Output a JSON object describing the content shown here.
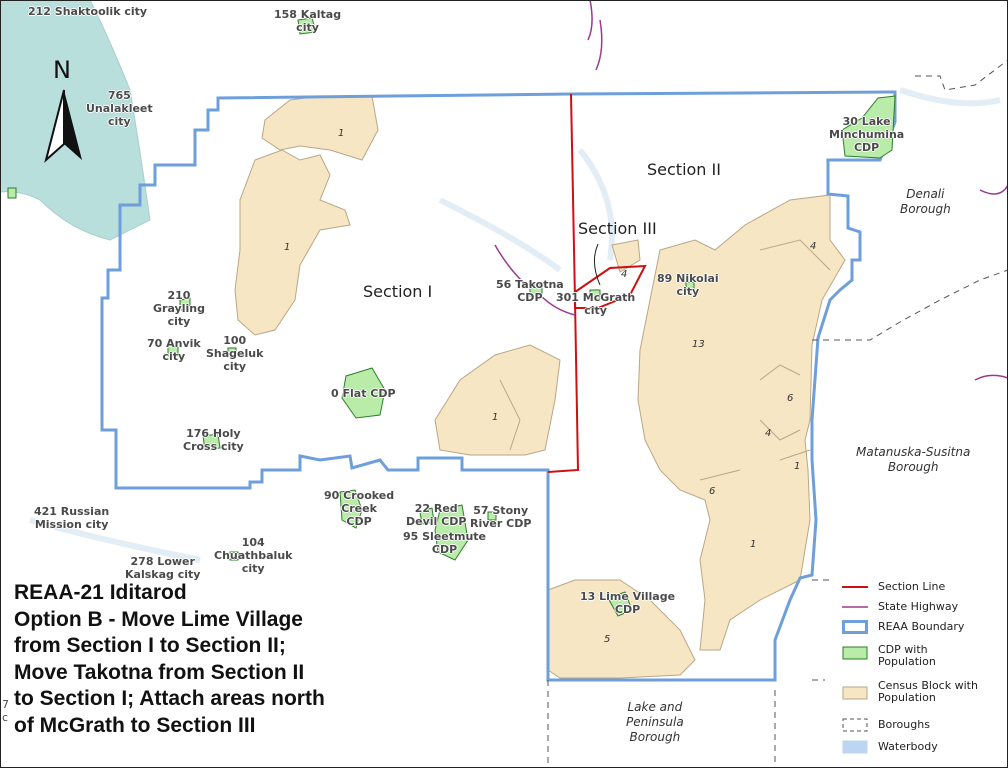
{
  "map": {
    "title_lines": [
      "REAA-21 Iditarod",
      "Option B - Move Lime Village",
      "from Section I to Section II;",
      "Move Takotna from Section II",
      "to Section I; Attach areas north",
      "of McGrath to Section III"
    ],
    "north_label": "N",
    "sections": [
      "Section I",
      "Section II",
      "Section III"
    ],
    "boroughs": [
      "Denali\nBorough",
      "Matanuska-Susitna\nBorough",
      "Lake and\nPeninsula\nBorough"
    ],
    "places": [
      "212 Shaktoolik city",
      "158 Kaltag\ncity",
      "765\nUnalakleet\ncity",
      "30 Lake\nMinchumina\nCDP",
      "210\nGrayling\ncity",
      "100\nShageluk\ncity",
      "70 Anvik\ncity",
      "0 Flat CDP",
      "176 Holy\nCross city",
      "56 Takotna\nCDP",
      "301 McGrath\ncity",
      "89 Nikolai\ncity",
      "90 Crooked\nCreek\nCDP",
      "22 Red\nDevil CDP",
      "57 Stony\nRiver CDP",
      "95 Sleetmute\nCDP",
      "421 Russian\nMission city",
      "104\nChuathbaluk\ncity",
      "278 Lower\nKalskag city",
      "13 Lime Village\nCDP",
      "7\nc"
    ],
    "census_block_counts": [
      "1",
      "1",
      "1",
      "4",
      "4",
      "13",
      "6",
      "4",
      "1",
      "6",
      "1",
      "5"
    ]
  },
  "legend": {
    "items": [
      {
        "label": "Section Line",
        "symbol": "red-line"
      },
      {
        "label": "State Highway",
        "symbol": "purple-line"
      },
      {
        "label": "REAA Boundary",
        "symbol": "blue-outline"
      },
      {
        "label": "CDP with\nPopulation",
        "symbol": "green-box"
      },
      {
        "label": "Census Block with\nPopulation",
        "symbol": "tan-box"
      },
      {
        "label": "Boroughs",
        "symbol": "dashed-box"
      },
      {
        "label": "Waterbody",
        "symbol": "blue-box"
      }
    ]
  },
  "colors": {
    "water": "#b9dfdc",
    "reaa_boundary": "#6e9fdb",
    "section_line": "#cc1111",
    "highway": "#9a3a8e",
    "cdp_fill": "#b8eca8",
    "cdp_stroke": "#2e7d2e",
    "census_fill": "#f7e6c3",
    "census_stroke": "#b9a687"
  }
}
